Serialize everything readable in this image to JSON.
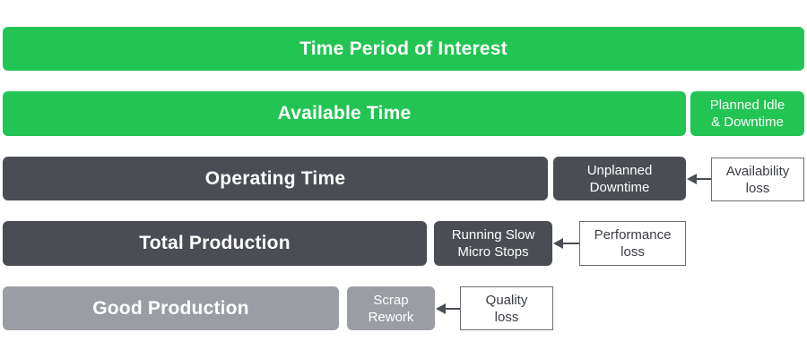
{
  "rows": {
    "time_period": {
      "label": "Time Period of Interest"
    },
    "available": {
      "label": "Available Time",
      "side_line1": "Planned Idle",
      "side_line2": "& Downtime"
    },
    "operating": {
      "label": "Operating Time",
      "side_line1": "Unplanned",
      "side_line2": "Downtime",
      "loss_line1": "Availability",
      "loss_line2": "loss"
    },
    "total": {
      "label": "Total Production",
      "side_line1": "Running Slow",
      "side_line2": "Micro Stops",
      "loss_line1": "Performance",
      "loss_line2": "loss"
    },
    "good": {
      "label": "Good Production",
      "side_line1": "Scrap",
      "side_line2": "Rework",
      "loss_line1": "Quality",
      "loss_line2": "loss"
    }
  },
  "colors": {
    "green": "#22c453",
    "dark": "#4a4d53",
    "gray": "#9a9da3",
    "arrow": "#4a4d53"
  }
}
